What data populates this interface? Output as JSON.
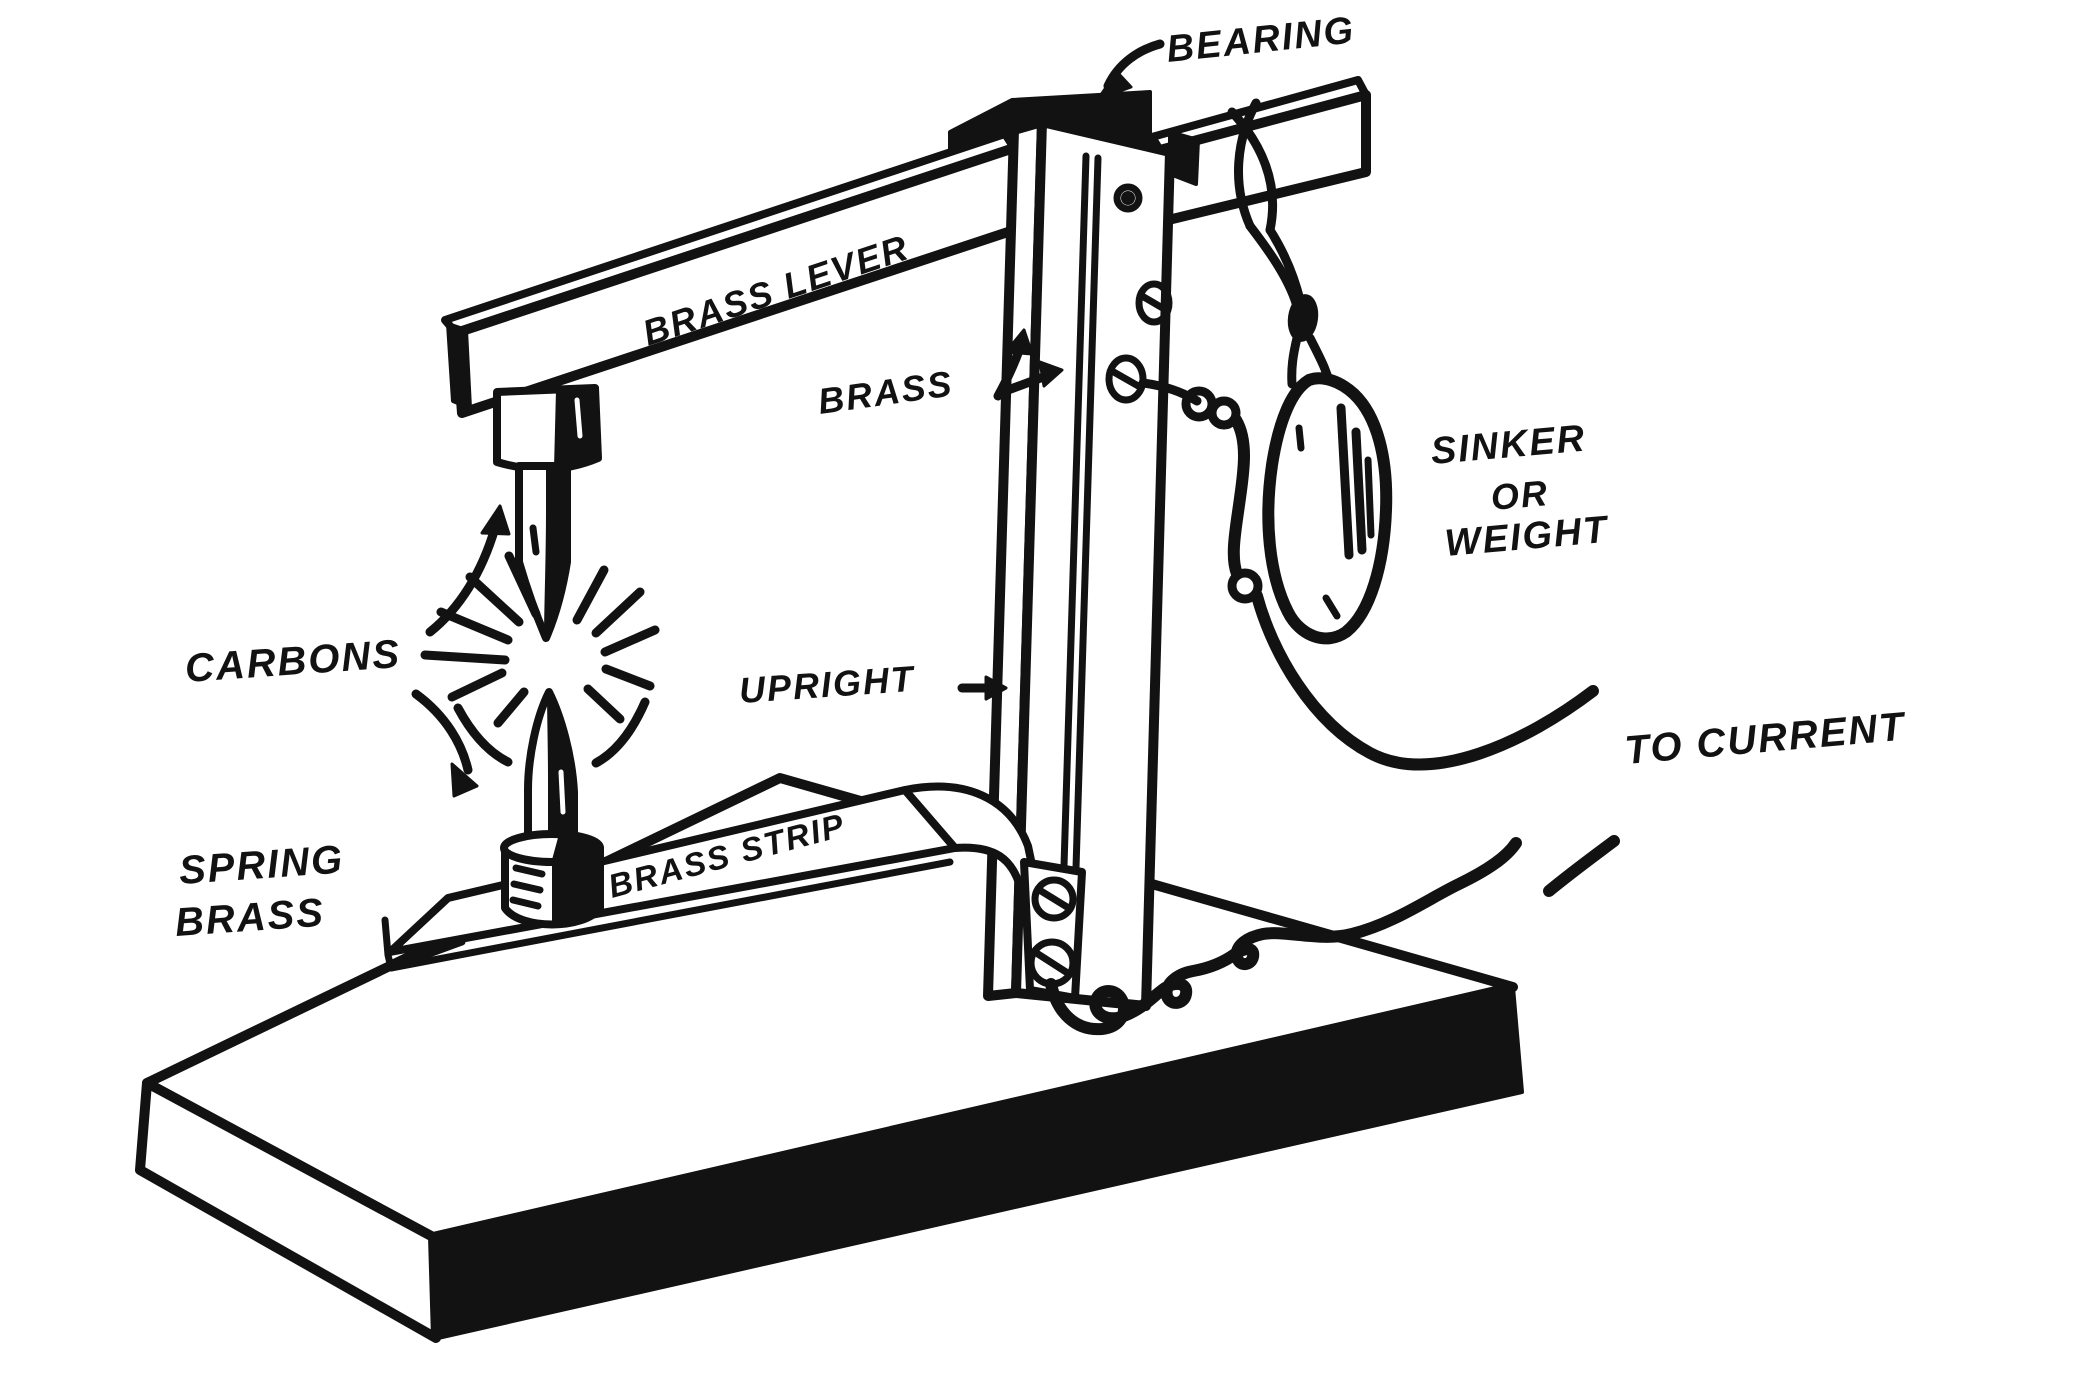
{
  "figure": {
    "background_color": "#ffffff",
    "ink_color": "#121212",
    "caption_labels": {
      "bearing": "BEARING",
      "brass_lever": "BRASS LEVER",
      "brass_bracket": "BRASS",
      "carbons": "CARBONS",
      "upright": "UPRIGHT",
      "sinker_line1": "SINKER",
      "sinker_line2": "OR",
      "sinker_line3": "WEIGHT",
      "to_current": "TO CURRENT",
      "spring_line1": "SPRING",
      "spring_line2": "BRASS",
      "brass_strip": "BRASS STRIP"
    },
    "components": [
      "wood-base",
      "upright-post",
      "bearing-block",
      "brass-lever",
      "upper-carbon",
      "arc-spark",
      "lower-carbon",
      "carbon-holder",
      "spring-brass-strip",
      "sinker-weight",
      "cord",
      "lead-wire",
      "coiled-wire"
    ]
  }
}
